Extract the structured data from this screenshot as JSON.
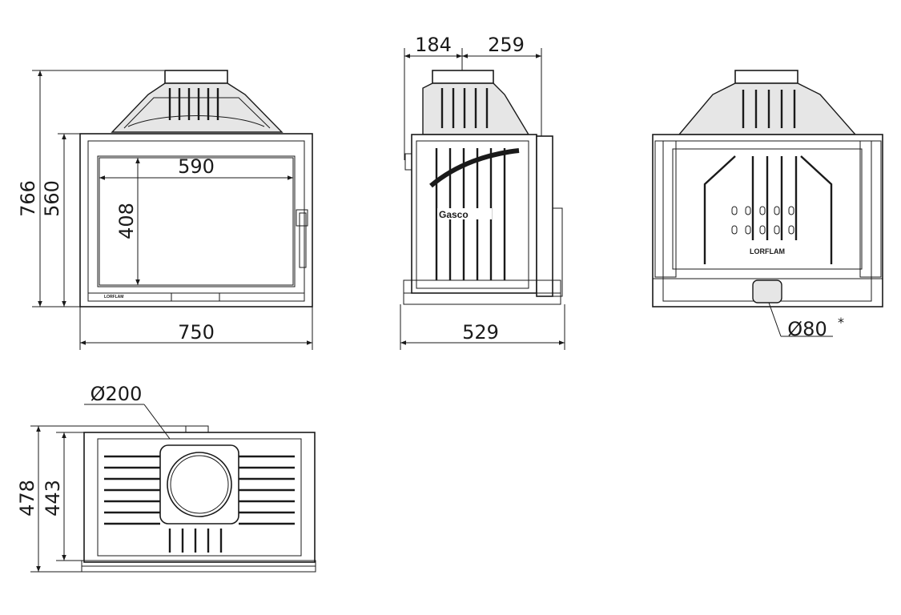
{
  "front_view": {
    "width_750": "750",
    "height_766": "766",
    "height_560": "560",
    "glass_width_590": "590",
    "glass_height_408": "408",
    "base_logo": "LORFLAM"
  },
  "side_view": {
    "depth_184": "184",
    "depth_259": "259",
    "total_depth_529": "529",
    "door_logo": "Gasco"
  },
  "back_view": {
    "air_inlet_diameter": "Ø80",
    "air_inlet_note": "*",
    "brand": "LORFLAM"
  },
  "top_view": {
    "flue_diameter": "Ø200",
    "depth_478": "478",
    "depth_443": "443"
  }
}
